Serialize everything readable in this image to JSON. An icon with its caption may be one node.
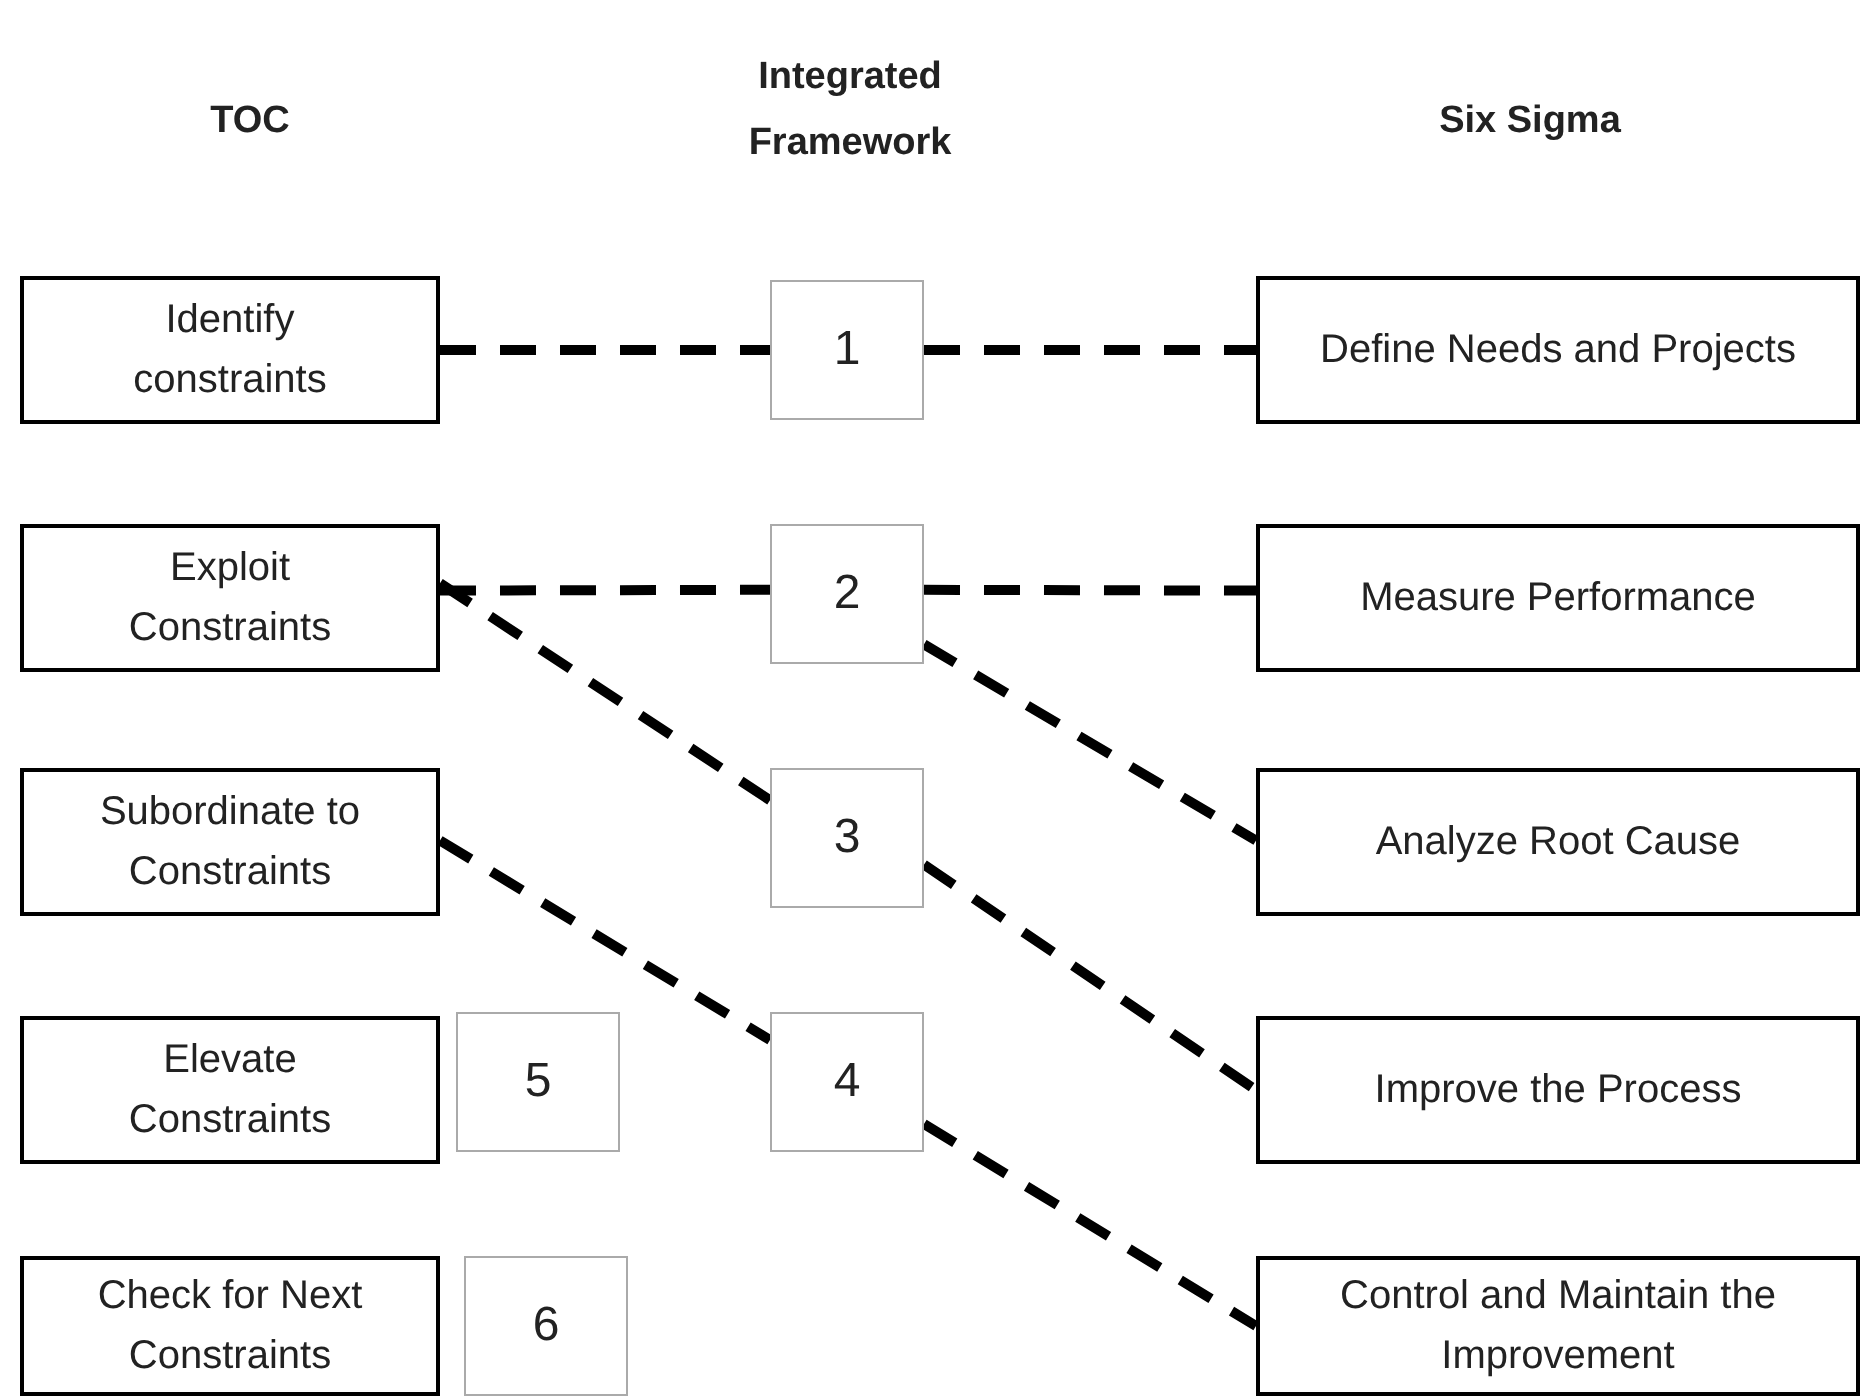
{
  "diagram": {
    "nodes": [
      {
        "text": [
          "Identify constraints"
        ]
      },
      {
        "text": [
          "1"
        ]
      },
      {
        "text": [
          "Define Needs and Projects"
        ]
      },
      {
        "text": [
          "Exploit Constraints"
        ]
      },
      {
        "text": [
          "2"
        ]
      },
      {
        "text": [
          "Measure Performance"
        ]
      },
      {
        "text": [
          "Subordinate to Constraints"
        ]
      },
      {
        "text": [
          "3"
        ]
      },
      {
        "text": [
          "Analyze Root Cause"
        ]
      },
      {
        "text": [
          "Elevate Constraints"
        ]
      },
      {
        "text": [
          "5"
        ]
      },
      {
        "text": [
          "4"
        ]
      },
      {
        "text": [
          "Improve the Process"
        ]
      },
      {
        "text": [
          "Check for Next Constraints"
        ]
      },
      {
        "text": [
          "6"
        ]
      },
      {
        "text": [
          "Control and Maintain the Improvement"
        ]
      }
    ],
    "edges": [
      {
        "from": 0,
        "to": 1,
        "arrow": "none",
        "style": "dashed"
      },
      {
        "from": 1,
        "to": 2,
        "arrow": "none",
        "style": "dashed"
      },
      {
        "from": 3,
        "to": 4,
        "arrow": "none",
        "style": "dashed"
      },
      {
        "from": 4,
        "to": 5,
        "arrow": "none",
        "style": "dashed"
      },
      {
        "from": 3,
        "to": 7,
        "arrow": "none",
        "style": "dashed"
      },
      {
        "from": 4,
        "to": 8,
        "arrow": "none",
        "style": "dashed"
      },
      {
        "from": 7,
        "to": 12,
        "arrow": "none",
        "style": "dashed"
      },
      {
        "from": 6,
        "to": 11,
        "arrow": "none",
        "style": "dashed"
      },
      {
        "from": 11,
        "to": 15,
        "arrow": "none",
        "style": "dashed"
      }
    ],
    "labels": [
      "Integrated Framework",
      "TOC",
      "Six Sigma"
    ]
  }
}
